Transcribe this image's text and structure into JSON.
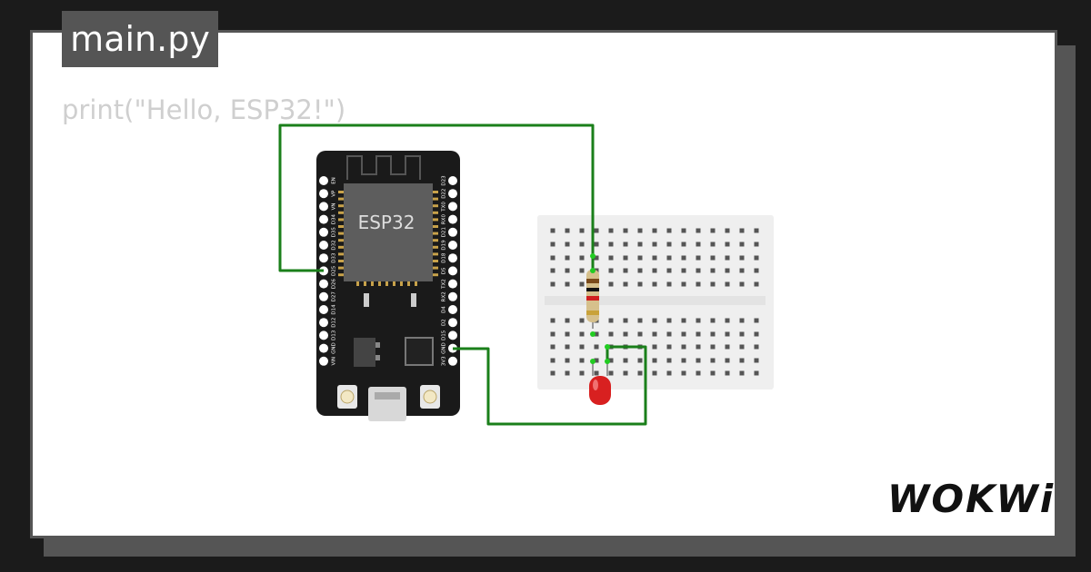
{
  "editor": {
    "file_tab_label": "main.py",
    "code_text": "print(\"Hello, ESP32!\")"
  },
  "board": {
    "chip_label": "ESP32",
    "left_pins": [
      "EN",
      "VP",
      "VN",
      "D34",
      "D35",
      "D32",
      "D33",
      "D25",
      "D26",
      "D27",
      "D14",
      "D12",
      "D13",
      "GND",
      "VIN"
    ],
    "right_pins": [
      "D23",
      "D22",
      "TX0",
      "RX0",
      "D21",
      "D19",
      "D18",
      "D5",
      "TX2",
      "RX2",
      "D4",
      "D2",
      "D15",
      "GND",
      "3V3"
    ]
  },
  "brand": {
    "logo_text": "WOKWi"
  },
  "colors": {
    "background": "#1b1b1b",
    "card": "#ffffff",
    "tab": "#555555",
    "wire": "#1a7f1a",
    "board": "#1a1a1a",
    "led": "#d82020",
    "breadboard": "#efefef"
  }
}
